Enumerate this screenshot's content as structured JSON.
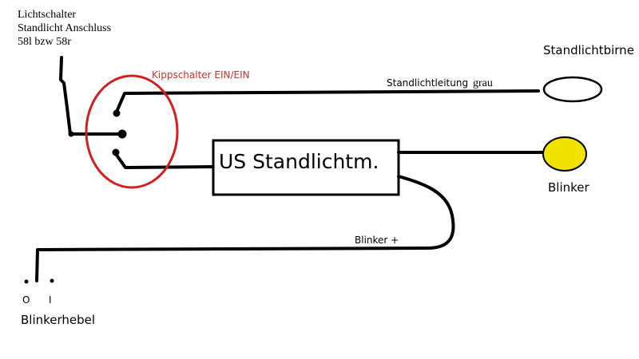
{
  "labels": {
    "lichtschalter_line1": "Lichtschalter",
    "lichtschalter_line2": "Standlicht Anschluss",
    "lichtschalter_line3": "58l bzw 58r",
    "kippschalter": "Kippschalter EIN/EIN",
    "standlichtleitung": "Standlichtleitung",
    "grau": "grau",
    "standlichtbirne": "Standlichtbirne",
    "module": "US Standlichtm.",
    "blinker": "Blinker",
    "blinker_plus": "Blinker +",
    "pos_o": "O",
    "pos_i": "I",
    "blinkerhebel": "Blinkerhebel"
  },
  "colors": {
    "wire": "#000000",
    "highlight_circle": "#d02020",
    "highlight_text": "#d03030",
    "blinker_lamp": "#f2e200",
    "standlicht_lamp": "#ffffff"
  }
}
